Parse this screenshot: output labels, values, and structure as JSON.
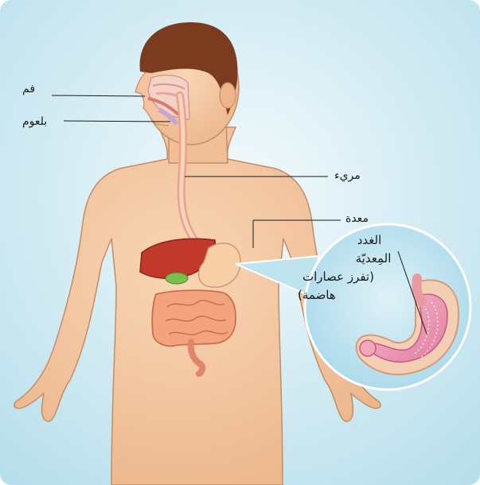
{
  "labels": {
    "mouth": "فم",
    "pharynx": "بلعوم",
    "esophagus": "مريء",
    "stomach": "معدة"
  },
  "inset": {
    "line1": "الغدد",
    "line2": "المِعديّة",
    "line3": "(تفرز عصارات",
    "line4": "هاضمة)"
  },
  "colors": {
    "background_top": "#e8f4f8",
    "background_bottom": "#bfe3ef",
    "skin": "#f4c9a4",
    "hair": "#7a3b1f",
    "liver": "#c0392b",
    "intestine": "#f0a07a",
    "inset_fill": "#bfe5f1",
    "stomach_inner": "#e87fa8"
  }
}
